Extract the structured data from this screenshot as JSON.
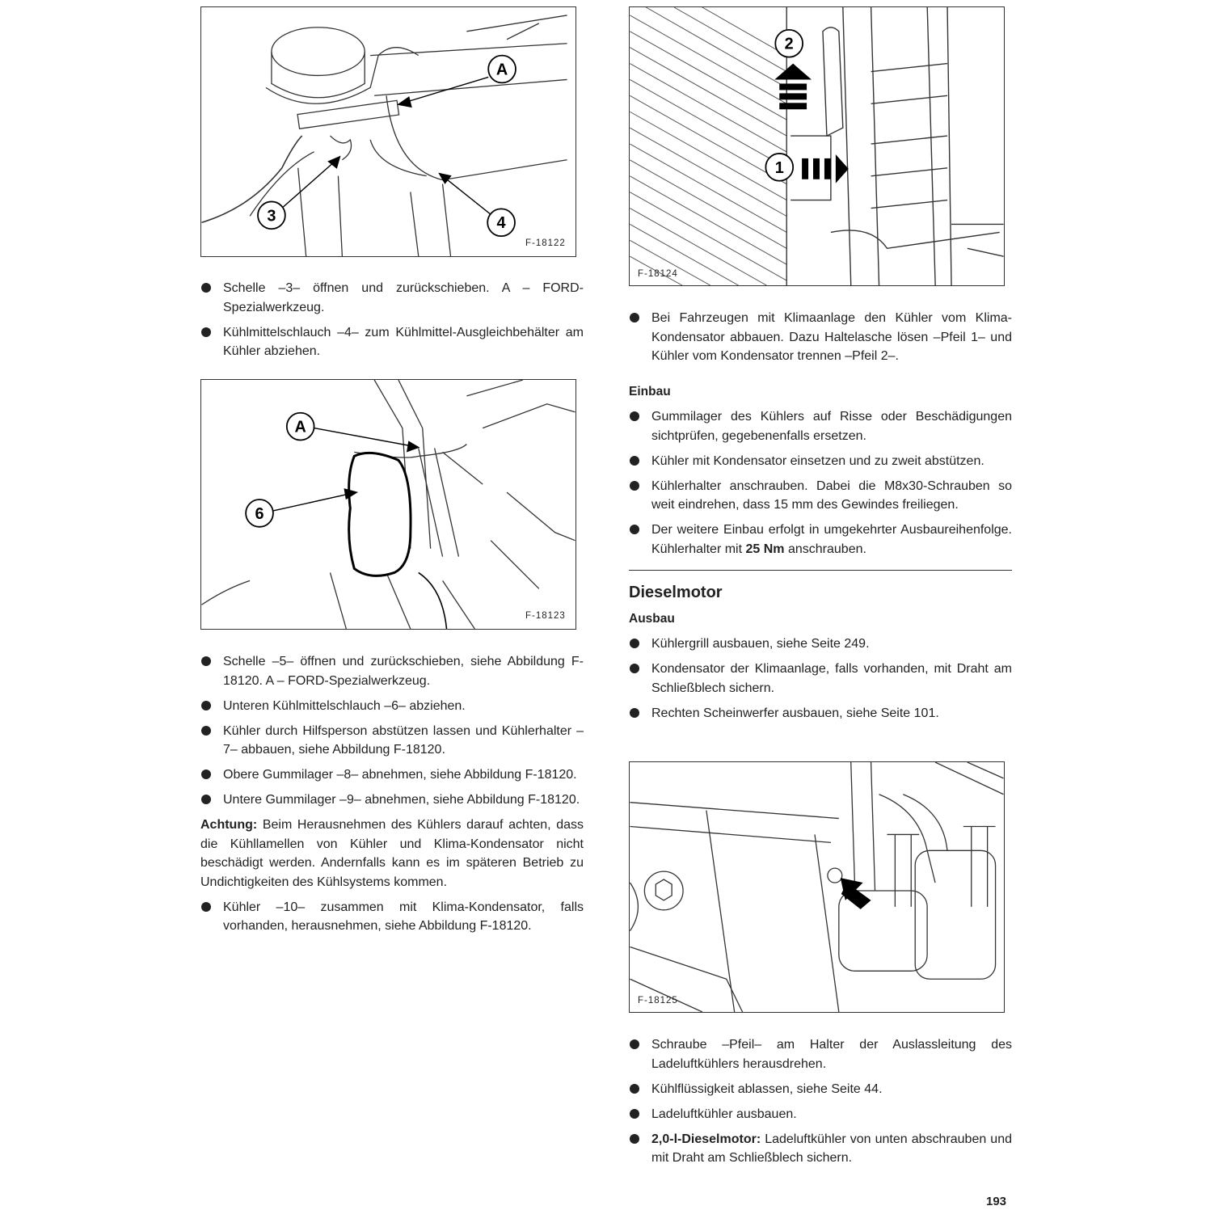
{
  "figures": {
    "f1": {
      "id": "F-18122",
      "callouts": [
        "A",
        "3",
        "4"
      ]
    },
    "f2": {
      "id": "F-18123",
      "callouts": [
        "A",
        "6"
      ]
    },
    "f3": {
      "id": "F-18124",
      "callouts": [
        "2",
        "1"
      ]
    },
    "f4": {
      "id": "F-18125"
    }
  },
  "left": {
    "b1": [
      "Schelle –3– öffnen und zurückschieben. A – FORD-Spezialwerkzeug.",
      "Kühlmittelschlauch –4– zum Kühlmittel-Ausgleichbehälter am Kühler abziehen."
    ],
    "b2": [
      "Schelle –5– öffnen und zurückschieben, siehe Abbildung F-18120. A – FORD-Spezialwerkzeug.",
      "Unteren Kühlmittelschlauch –6– abziehen.",
      "Kühler durch Hilfsperson abstützen lassen und Kühlerhalter –7– abbauen, siehe Abbildung F-18120.",
      "Obere Gummilager –8– abnehmen, siehe Abbildung F-18120.",
      "Untere Gummilager –9– abnehmen, siehe Abbildung F-18120."
    ],
    "note_label": "Achtung:",
    "note_text": "Beim Herausnehmen des Kühlers darauf achten, dass die Kühllamellen von Kühler und Klima-Kondensator nicht beschädigt werden. Andernfalls kann es im späteren Betrieb zu Undichtigkeiten des Kühlsystems kommen.",
    "b3": [
      "Kühler –10– zusammen mit Klima-Kondensator, falls vorhanden, herausnehmen, siehe Abbildung F-18120."
    ]
  },
  "right": {
    "b1": [
      "Bei Fahrzeugen mit Klimaanlage den Kühler vom Klima-Kondensator abbauen. Dazu Haltelasche lösen –Pfeil 1– und Kühler vom Kondensator trennen –Pfeil 2–."
    ],
    "einbau_title": "Einbau",
    "einbau": [
      "Gummilager des Kühlers auf Risse oder Beschädigungen sichtprüfen, gegebenenfalls ersetzen.",
      "Kühler mit Kondensator einsetzen und zu zweit abstützen.",
      "Kühlerhalter anschrauben. Dabei die M8x30-Schrauben so weit eindrehen, dass 15 mm des Gewindes freiliegen."
    ],
    "einbau_last_pre": "Der weitere Einbau erfolgt in umgekehrter Ausbaureihenfolge. Kühlerhalter mit ",
    "einbau_last_bold": "25 Nm",
    "einbau_last_post": " anschrauben.",
    "section_title": "Dieselmotor",
    "ausbau_title": "Ausbau",
    "ausbau": [
      "Kühlergrill ausbauen, siehe Seite 249.",
      "Kondensator der Klimaanlage, falls vorhanden, mit Draht am Schließblech sichern.",
      "Rechten Scheinwerfer ausbauen, siehe Seite 101."
    ],
    "b2": [
      "Schraube –Pfeil– am Halter der Auslassleitung des Ladeluftkühlers herausdrehen.",
      "Kühlflüssigkeit ablassen, siehe Seite 44.",
      "Ladeluftkühler ausbauen."
    ],
    "b2_last_bold": "2,0-l-Dieselmotor:",
    "b2_last_text": " Ladeluftkühler von unten abschrauben und mit Draht am Schließblech sichern."
  },
  "page_number": "193"
}
